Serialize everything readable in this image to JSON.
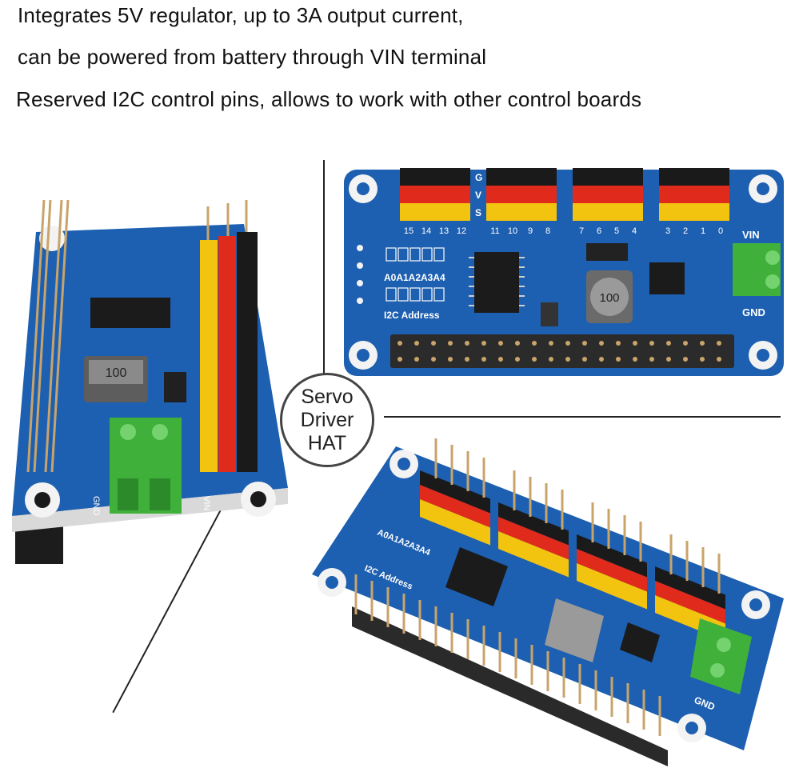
{
  "features": [
    "Integrates 5V regulator, up to 3A output current,",
    "can be powered from battery through VIN terminal",
    "Reserved I2C control pins, allows to work with other control boards"
  ],
  "badge": {
    "line1": "Servo",
    "line2": "Driver",
    "line3": "HAT"
  },
  "board": {
    "pin_labels": [
      "15",
      "14",
      "13",
      "12",
      "11",
      "10",
      "9",
      "8",
      "7",
      "6",
      "5",
      "4",
      "3",
      "2",
      "1",
      "0"
    ],
    "gvs": [
      "G",
      "V",
      "S"
    ],
    "vin": "VIN",
    "gnd": "GND",
    "address_pins": "A0A1A2A3A4",
    "i2c_address": "I2C Address",
    "inductor": "100"
  },
  "colors": {
    "pcb": "#1d5fb0",
    "pcb_dark": "#12458a",
    "header_black": "#1a1a1a",
    "header_red": "#e02a1c",
    "header_yellow": "#f2c40f",
    "terminal_green": "#3fb13b",
    "pin_gold": "#c9a46a"
  }
}
